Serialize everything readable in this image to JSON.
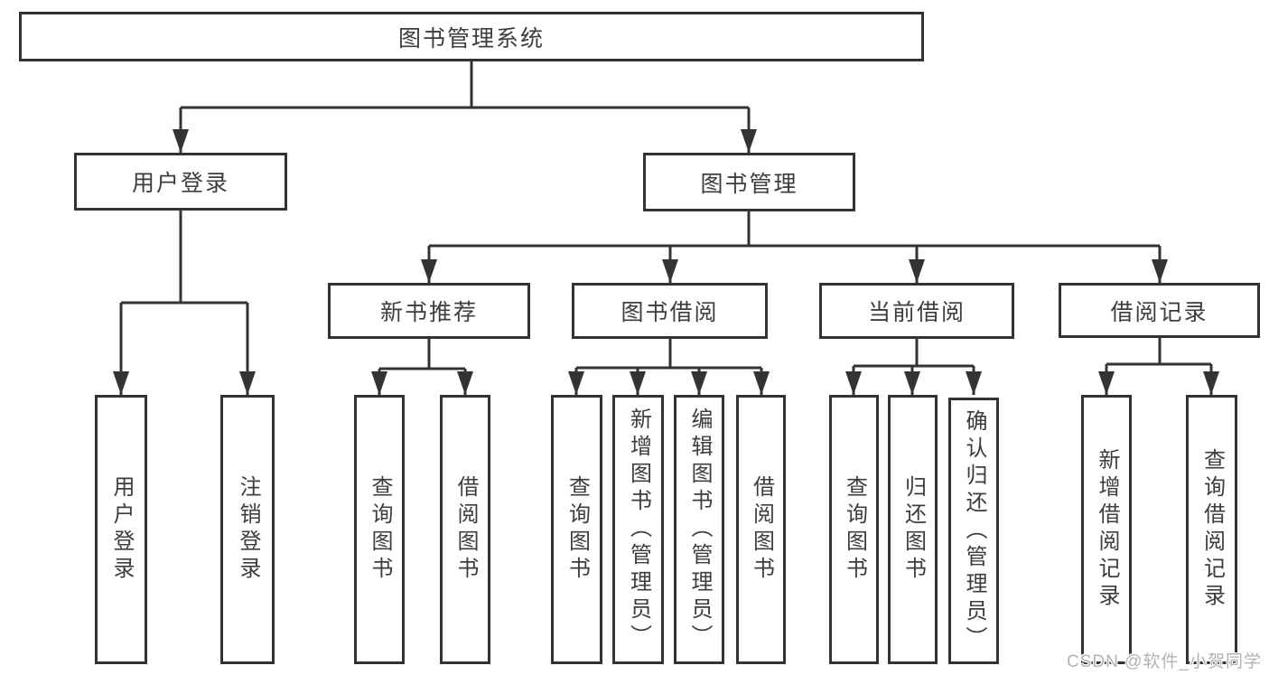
{
  "diagram": {
    "type": "hierarchy-tree",
    "watermark": "CSDN @软件_小贺同学",
    "colors": {
      "line": "#333333",
      "box_border": "#333333",
      "text": "#3d3d3d",
      "background": "#ffffff",
      "watermark": "#b3b3b3"
    },
    "nodes": {
      "root": {
        "label": "图书管理系统"
      },
      "user_login": {
        "label": "用户登录"
      },
      "book_mgmt": {
        "label": "图书管理"
      },
      "new_book_rec": {
        "label": "新书推荐"
      },
      "book_borrow": {
        "label": "图书借阅"
      },
      "current_borrow": {
        "label": "当前借阅"
      },
      "borrow_records": {
        "label": "借阅记录"
      },
      "login": {
        "label": "用户登录"
      },
      "logout": {
        "label": "注销登录"
      },
      "rec_query_book": {
        "label": "查询图书"
      },
      "rec_borrow_book": {
        "label": "借阅图书"
      },
      "bb_query_book": {
        "label": "查询图书"
      },
      "bb_add_book": {
        "label": "新增图书（管理员）"
      },
      "bb_edit_book": {
        "label": "编辑图书（管理员）"
      },
      "bb_borrow_book": {
        "label": "借阅图书"
      },
      "cb_query_book": {
        "label": "查询图书"
      },
      "cb_return_book": {
        "label": "归还图书"
      },
      "cb_confirm_return": {
        "label": "确认归还（管理员）"
      },
      "br_add_record": {
        "label": "新增借阅记录"
      },
      "br_query_record": {
        "label": "查询借阅记录"
      }
    },
    "hierarchy": {
      "图书管理系统": [
        "用户登录",
        "图书管理"
      ],
      "用户登录": [
        "用户登录",
        "注销登录"
      ],
      "图书管理": [
        "新书推荐",
        "图书借阅",
        "当前借阅",
        "借阅记录"
      ],
      "新书推荐": [
        "查询图书",
        "借阅图书"
      ],
      "图书借阅": [
        "查询图书",
        "新增图书（管理员）",
        "编辑图书（管理员）",
        "借阅图书"
      ],
      "当前借阅": [
        "查询图书",
        "归还图书",
        "确认归还（管理员）"
      ],
      "借阅记录": [
        "新增借阅记录",
        "查询借阅记录"
      ]
    }
  }
}
